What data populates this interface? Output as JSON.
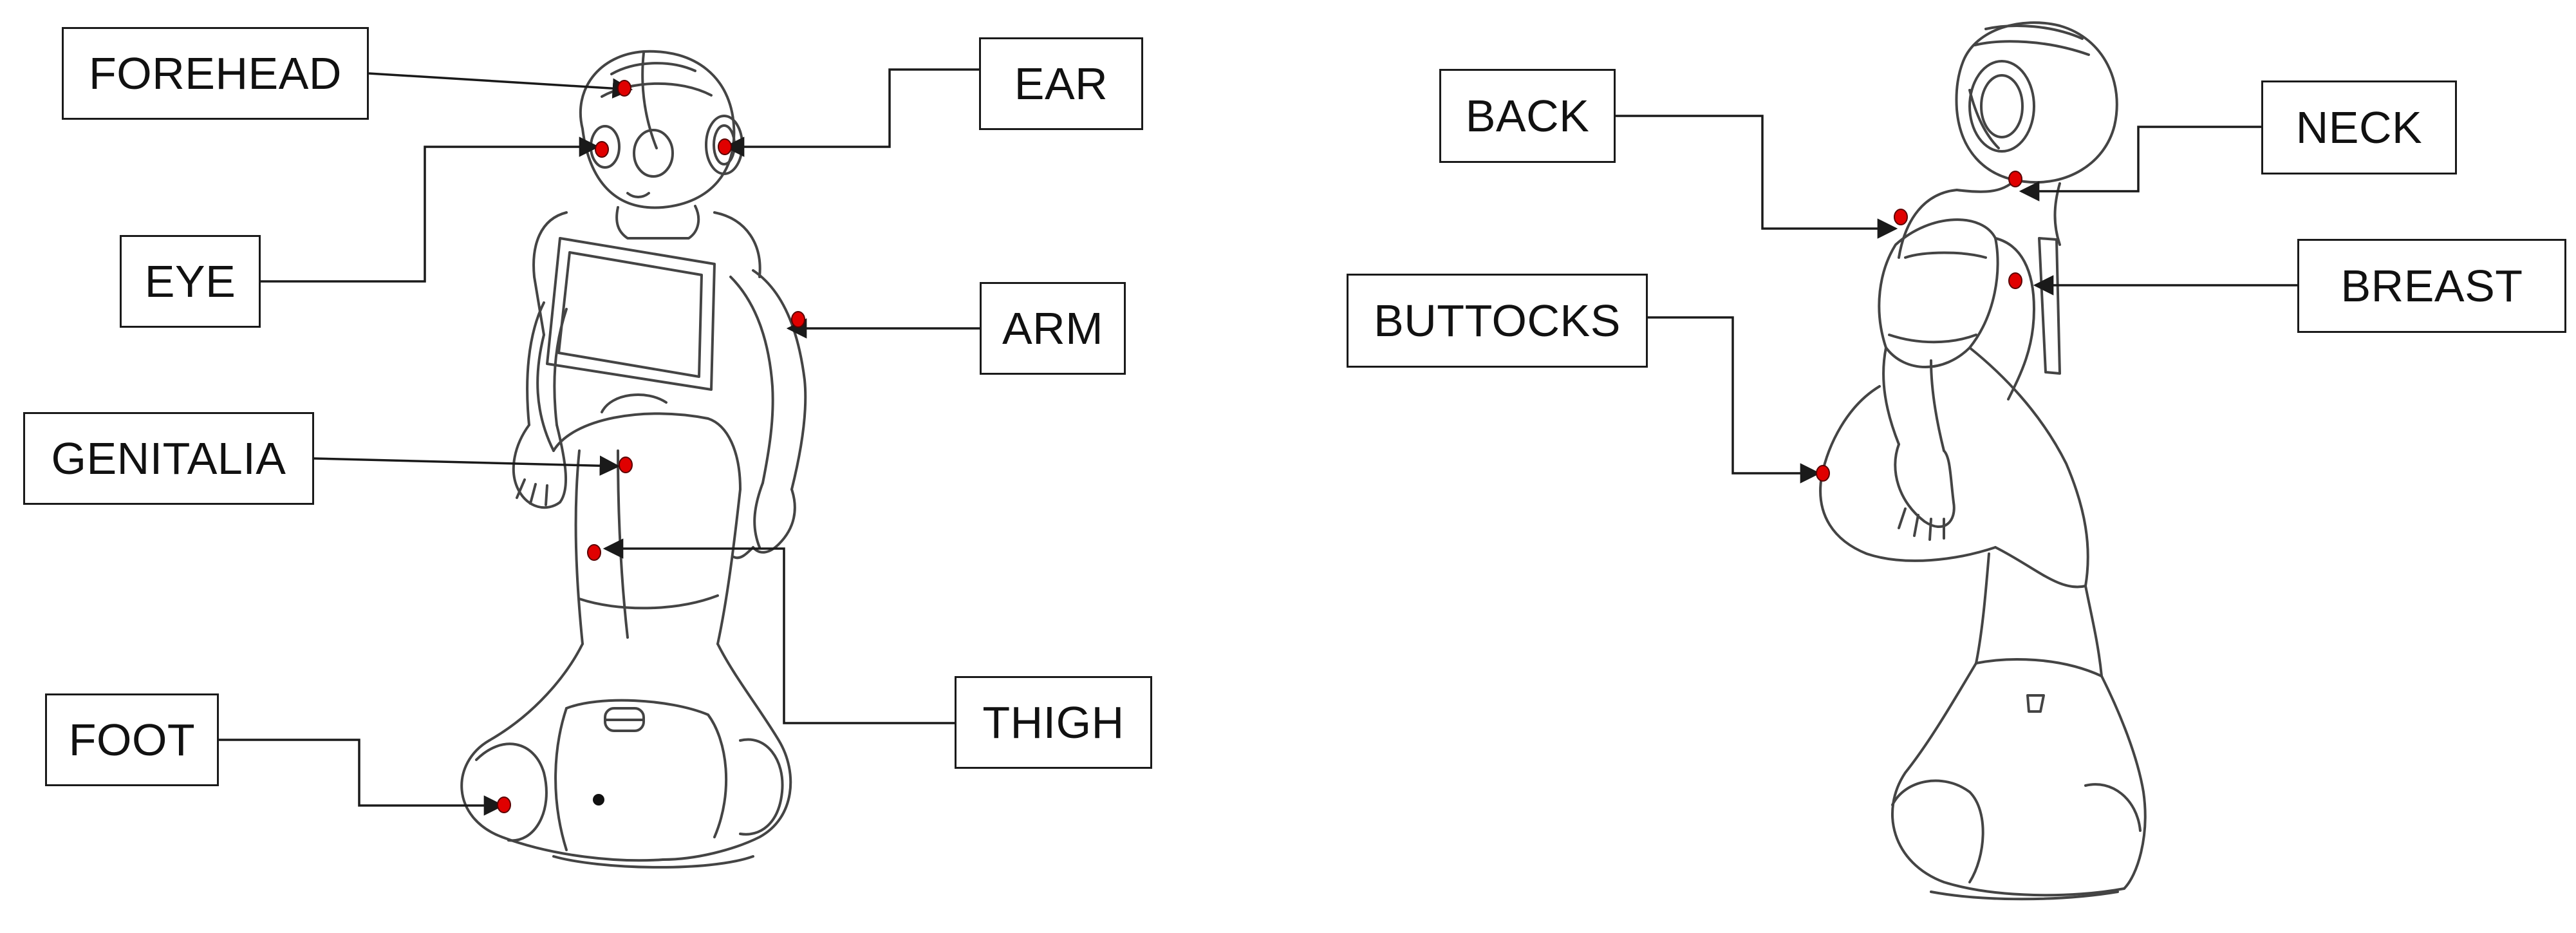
{
  "front_view": {
    "labels": {
      "forehead": "FOREHEAD",
      "ear": "EAR",
      "eye": "EYE",
      "arm": "ARM",
      "genitalia": "GENITALIA",
      "thigh": "THIGH",
      "foot": "FOOT"
    }
  },
  "side_view": {
    "labels": {
      "back": "BACK",
      "neck": "NECK",
      "breast": "BREAST",
      "buttocks": "BUTTOCKS"
    }
  },
  "colors": {
    "touch_point": "#e00000",
    "line": "#1a1a1a",
    "sketch": "#444444"
  }
}
